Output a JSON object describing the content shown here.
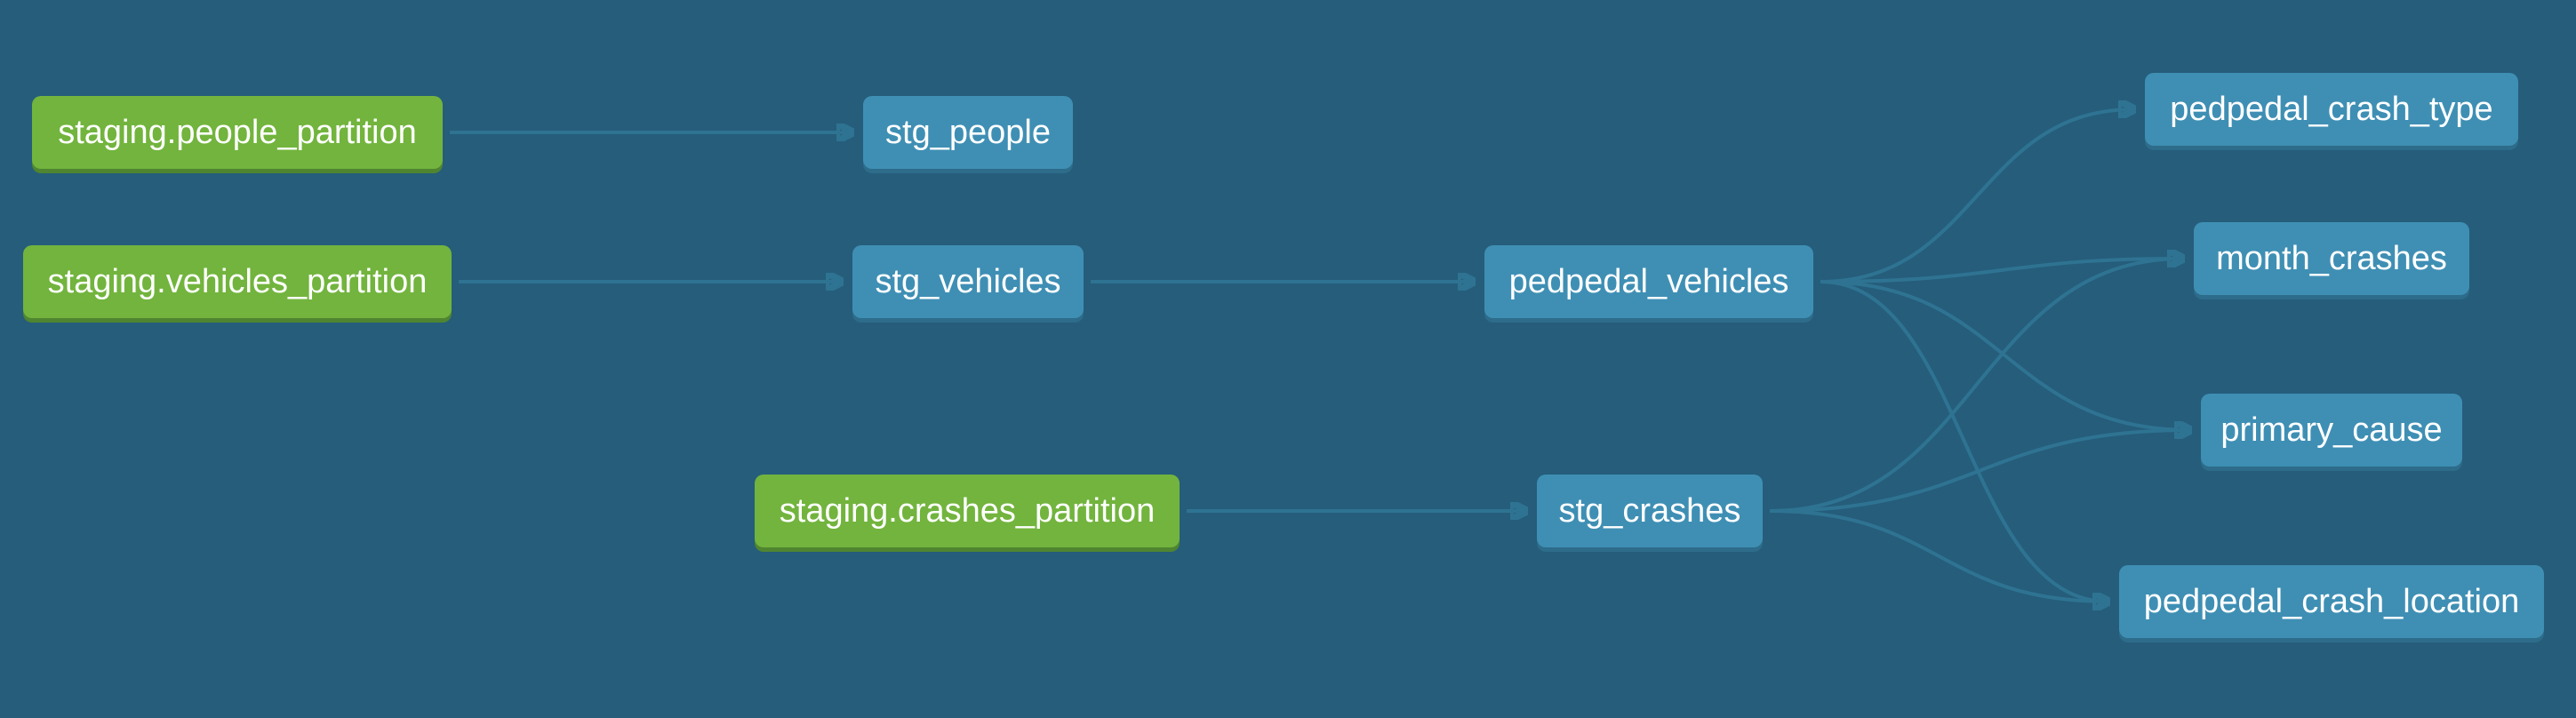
{
  "diagram": {
    "nodes": [
      {
        "id": "staging_people_partition",
        "label": "staging.people_partition",
        "kind": "source"
      },
      {
        "id": "staging_vehicles_partition",
        "label": "staging.vehicles_partition",
        "kind": "source"
      },
      {
        "id": "staging_crashes_partition",
        "label": "staging.crashes_partition",
        "kind": "source"
      },
      {
        "id": "stg_people",
        "label": "stg_people",
        "kind": "model"
      },
      {
        "id": "stg_vehicles",
        "label": "stg_vehicles",
        "kind": "model"
      },
      {
        "id": "stg_crashes",
        "label": "stg_crashes",
        "kind": "model"
      },
      {
        "id": "pedpedal_vehicles",
        "label": "pedpedal_vehicles",
        "kind": "model"
      },
      {
        "id": "pedpedal_crash_type",
        "label": "pedpedal_crash_type",
        "kind": "model"
      },
      {
        "id": "month_crashes",
        "label": "month_crashes",
        "kind": "model"
      },
      {
        "id": "primary_cause",
        "label": "primary_cause",
        "kind": "model"
      },
      {
        "id": "pedpedal_crash_location",
        "label": "pedpedal_crash_location",
        "kind": "model"
      }
    ],
    "edges": [
      {
        "from": "staging_people_partition",
        "to": "stg_people"
      },
      {
        "from": "staging_vehicles_partition",
        "to": "stg_vehicles"
      },
      {
        "from": "stg_vehicles",
        "to": "pedpedal_vehicles"
      },
      {
        "from": "staging_crashes_partition",
        "to": "stg_crashes"
      },
      {
        "from": "pedpedal_vehicles",
        "to": "pedpedal_crash_type"
      },
      {
        "from": "pedpedal_vehicles",
        "to": "month_crashes"
      },
      {
        "from": "pedpedal_vehicles",
        "to": "primary_cause"
      },
      {
        "from": "pedpedal_vehicles",
        "to": "pedpedal_crash_location"
      },
      {
        "from": "stg_crashes",
        "to": "month_crashes"
      },
      {
        "from": "stg_crashes",
        "to": "primary_cause"
      },
      {
        "from": "stg_crashes",
        "to": "pedpedal_crash_location"
      }
    ]
  },
  "colors": {
    "background": "#255d7b",
    "source_node": "#72b43d",
    "model_node": "#3f8fb4",
    "edge": "#2f7392"
  }
}
